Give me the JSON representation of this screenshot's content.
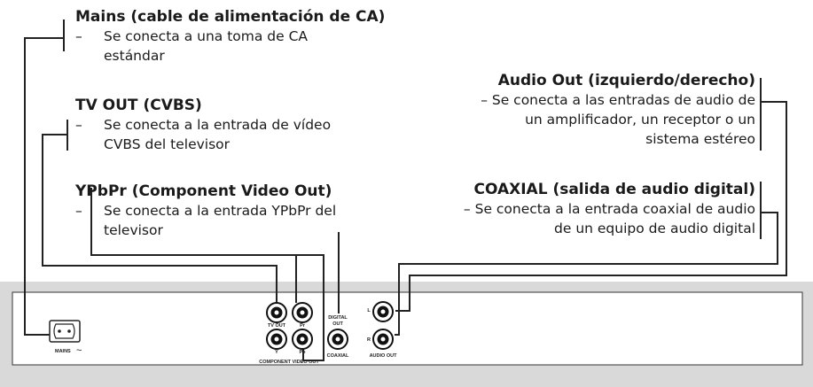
{
  "callouts": {
    "mains": {
      "title": "Mains (cable de alimentación de CA)",
      "dash": "–",
      "desc": "Se conecta a una toma de CA estándar"
    },
    "tv_out": {
      "title": "TV OUT (CVBS)",
      "dash": "–",
      "desc": "Se conecta a la entrada de vídeo CVBS del televisor"
    },
    "ypbpr": {
      "title": "YPbPr (Component Video Out)",
      "dash": "–",
      "desc": "Se conecta a la entrada YPbPr del televisor"
    },
    "audio_out": {
      "title": "Audio Out (izquierdo/derecho)",
      "lines": [
        "– Se conecta a las entradas de audio de",
        "un amplificador, un receptor o un",
        "sistema estéreo"
      ]
    },
    "coaxial": {
      "title": "COAXIAL (salida de audio digital)",
      "lines": [
        "– Se conecta a la entrada coaxial de audio",
        "de un equipo de audio digital"
      ]
    }
  },
  "panel_labels": {
    "mains": "MAINS",
    "mains_symbol": "~",
    "tv_out": "TV OUT",
    "pr": "Pr",
    "y": "Y",
    "pb": "Pb",
    "component_video_out": "COMPONENT VIDEO OUT",
    "digital": "DIGITAL",
    "out": "OUT",
    "coaxial": "COAXIAL",
    "left": "L",
    "right": "R",
    "audio_out": "AUDIO OUT"
  }
}
